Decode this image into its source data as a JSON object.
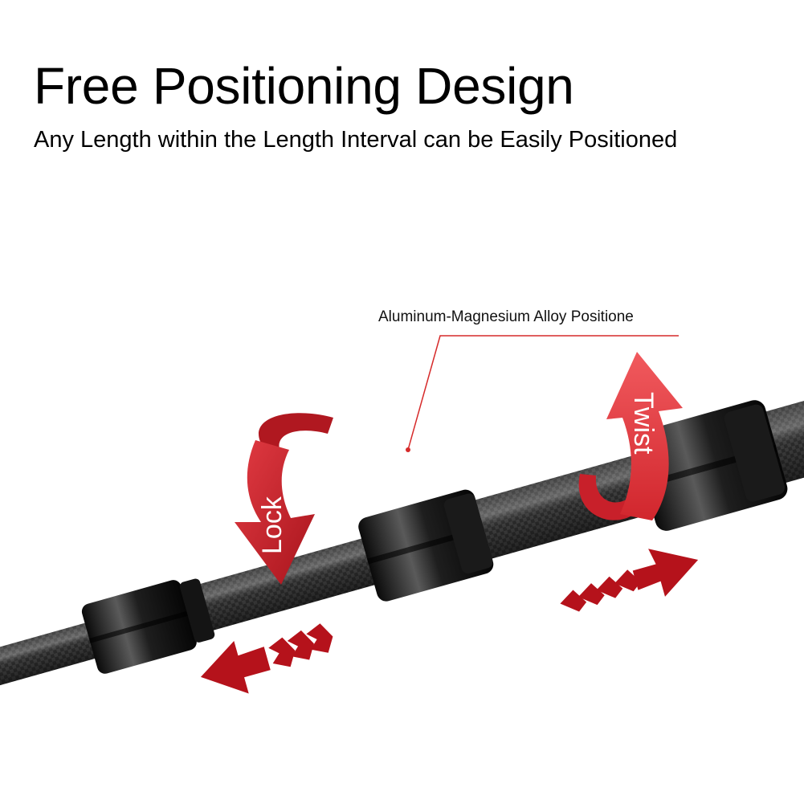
{
  "header": {
    "title": "Free Positioning Design",
    "subtitle": "Any Length within the Length Interval can be Easily Positioned"
  },
  "callout": {
    "label": "Aluminum-Magnesium Alloy Positione"
  },
  "rotation_arrows": {
    "lock_label": "Lock",
    "twist_label": "Twist"
  },
  "colors": {
    "accent_red": "#c8202a",
    "accent_red_light": "#ef4a4f",
    "tube_dark": "#2a2a2a",
    "collar_black": "#151515",
    "callout_line": "#d62a2a"
  },
  "icons": {
    "left_motion": "chevron-arrow-left-icon",
    "right_motion": "chevron-arrow-right-icon",
    "lock_rotation": "curved-rotation-arrow-down-icon",
    "twist_rotation": "curved-rotation-arrow-up-icon"
  }
}
